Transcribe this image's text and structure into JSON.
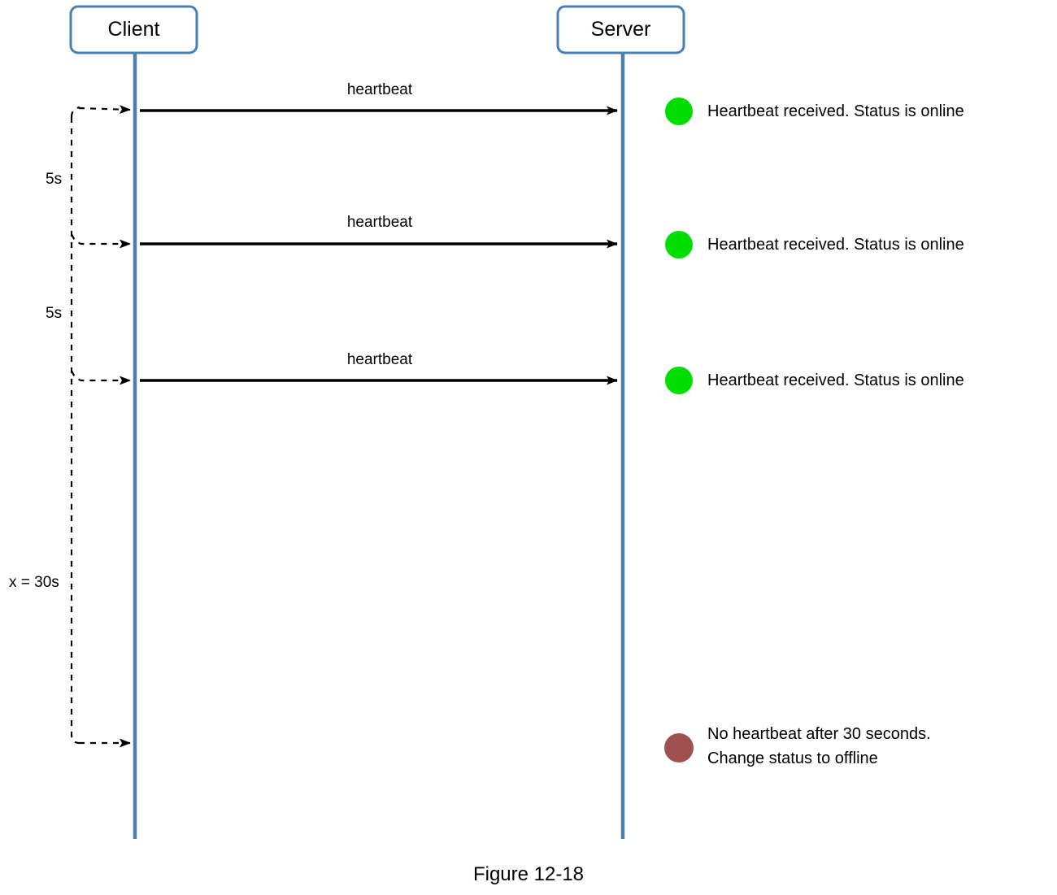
{
  "figure": {
    "caption": "Figure 12-18",
    "colors": {
      "lifeline": "#4a7fb0",
      "actor_box_border": "#4a7fb0",
      "actor_box_fill": "#ffffff",
      "message_arrow": "#000000",
      "timer_arrow": "#000000",
      "status_online_dot": "#00dd00",
      "status_offline_dot": "#9e5150",
      "background": "#ffffff",
      "text": "#000000"
    }
  },
  "actors": [
    {
      "id": "client",
      "label": "Client"
    },
    {
      "id": "server",
      "label": "Server"
    }
  ],
  "messages": [
    {
      "id": "hb1",
      "label": "heartbeat",
      "from": "client",
      "to": "server"
    },
    {
      "id": "hb2",
      "label": "heartbeat",
      "from": "client",
      "to": "server"
    },
    {
      "id": "hb3",
      "label": "heartbeat",
      "from": "client",
      "to": "server"
    }
  ],
  "timers": [
    {
      "id": "t1",
      "label": "5s"
    },
    {
      "id": "t2",
      "label": "5s"
    },
    {
      "id": "t3",
      "label": "x = 30s"
    }
  ],
  "notes": [
    {
      "id": "note1",
      "dot": "status-online",
      "lines": [
        "Heartbeat received. Status is online"
      ]
    },
    {
      "id": "note2",
      "dot": "status-online",
      "lines": [
        "Heartbeat received. Status is online"
      ]
    },
    {
      "id": "note3",
      "dot": "status-online",
      "lines": [
        "Heartbeat received. Status is online"
      ]
    },
    {
      "id": "note4",
      "dot": "status-offline",
      "lines": [
        "No heartbeat after 30 seconds.",
        "Change status to offline"
      ]
    }
  ]
}
